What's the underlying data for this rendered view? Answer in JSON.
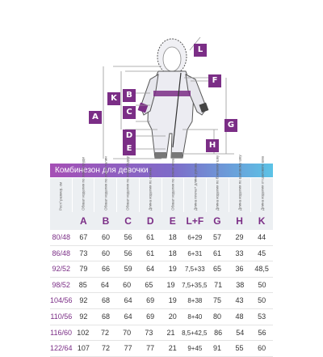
{
  "badges": [
    "A",
    "B",
    "C",
    "D",
    "E",
    "F",
    "G",
    "H",
    "K",
    "L"
  ],
  "table": {
    "title": "Комбинезон для девочки",
    "headers": [
      "Рост/ размер, см",
      "Обхват изделия по линии груди",
      "Обхват изделия по линии талии",
      "Обхват изделия по линии бедер",
      "Длина изделия по спинке",
      "Обхват изделия по линии низа",
      "Длина плеча+ длина рукава",
      "Длина изделия по боковому шву",
      "Длина изделия по шаговому шву",
      "Длина изделия от шагового шва"
    ],
    "letters": [
      "",
      "A",
      "B",
      "C",
      "D",
      "E",
      "L+F",
      "G",
      "H",
      "K"
    ],
    "rows": [
      [
        "80/48",
        "67",
        "60",
        "56",
        "61",
        "18",
        "6+29",
        "57",
        "29",
        "44"
      ],
      [
        "86/48",
        "73",
        "60",
        "56",
        "61",
        "18",
        "6+31",
        "61",
        "33",
        "45"
      ],
      [
        "92/52",
        "79",
        "66",
        "59",
        "64",
        "19",
        "7,5+33",
        "65",
        "36",
        "48,5"
      ],
      [
        "98/52",
        "85",
        "64",
        "60",
        "65",
        "19",
        "7,5+35,5",
        "71",
        "38",
        "50"
      ],
      [
        "104/56",
        "92",
        "68",
        "64",
        "69",
        "19",
        "8+38",
        "75",
        "43",
        "50"
      ],
      [
        "110/56",
        "92",
        "68",
        "64",
        "69",
        "20",
        "8+40",
        "80",
        "48",
        "53"
      ],
      [
        "116/60",
        "102",
        "72",
        "70",
        "73",
        "21",
        "8,5+42,5",
        "86",
        "54",
        "56"
      ],
      [
        "122/64",
        "107",
        "72",
        "77",
        "77",
        "21",
        "9+45",
        "91",
        "55",
        "60"
      ]
    ]
  },
  "colors": {
    "accent": "#7b2e86",
    "garment": "#e2e2ea",
    "lines": "#999999"
  }
}
